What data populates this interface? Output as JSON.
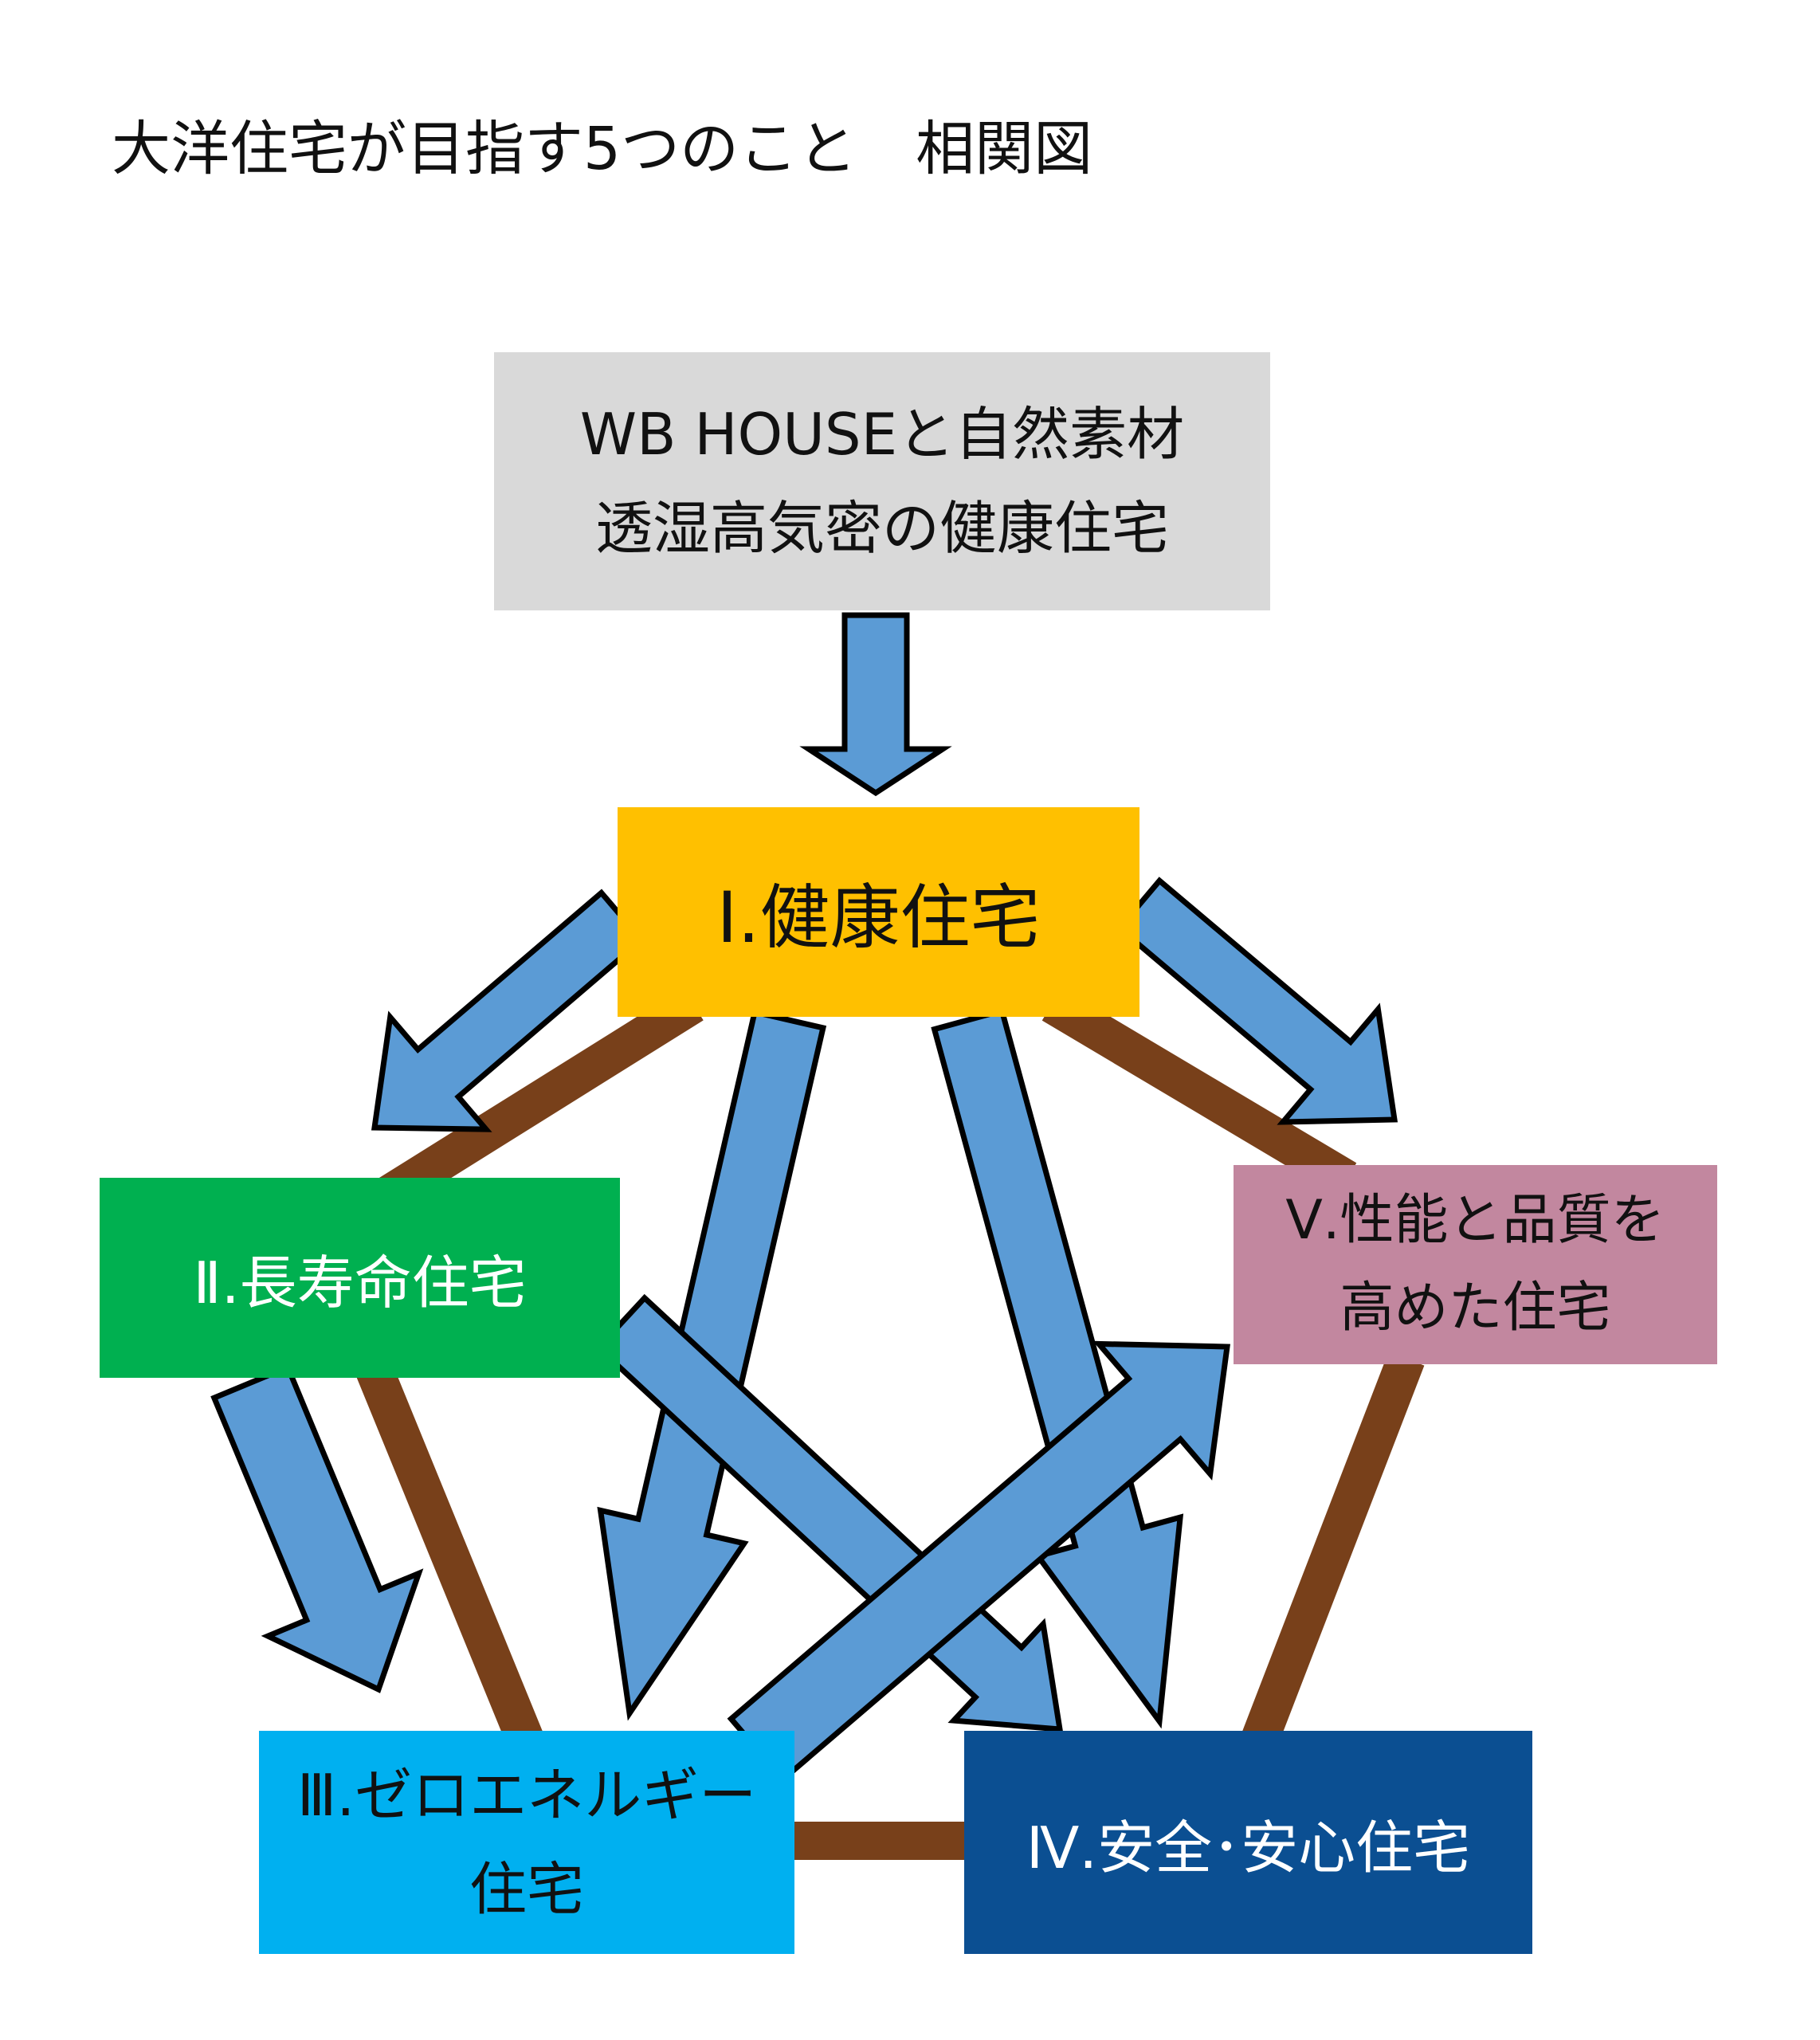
{
  "title": "大洋住宅が目指す5つのこと　相関図",
  "nodes": {
    "top": {
      "line1": "WB HOUSEと自然素材",
      "line2": "透湿高気密の健康住宅"
    },
    "n1": {
      "label": "Ⅰ.健康住宅"
    },
    "n2": {
      "label": "Ⅱ.長寿命住宅"
    },
    "n3": {
      "line1": "Ⅲ.ゼロエネルギー",
      "line2": "住宅"
    },
    "n4": {
      "label": "Ⅳ.安全･安心住宅"
    },
    "n5": {
      "line1": "Ⅴ.性能と品質を",
      "line2": "高めた住宅"
    }
  },
  "connections": [
    {
      "from": "n1",
      "to": "n2",
      "style": "line"
    },
    {
      "from": "n1",
      "to": "n5",
      "style": "line"
    },
    {
      "from": "n2",
      "to": "n3",
      "style": "line"
    },
    {
      "from": "n3",
      "to": "n4",
      "style": "line"
    },
    {
      "from": "n5",
      "to": "n4",
      "style": "line"
    },
    {
      "from": "top",
      "to": "n1",
      "style": "arrow"
    },
    {
      "from": "n1",
      "to": "n2",
      "style": "arrow"
    },
    {
      "from": "n1",
      "to": "n5",
      "style": "arrow"
    },
    {
      "from": "n1",
      "to": "n3",
      "style": "arrow"
    },
    {
      "from": "n1",
      "to": "n4",
      "style": "arrow"
    },
    {
      "from": "n2",
      "to": "n3",
      "style": "arrow"
    },
    {
      "from": "n2",
      "to": "n4",
      "style": "arrow"
    },
    {
      "from": "n3",
      "to": "n5",
      "style": "arrow"
    }
  ],
  "colors": {
    "arrow_fill": "#5b9bd5",
    "arrow_stroke": "#000000",
    "connector": "#78401a",
    "top_box": "#d9d9d9",
    "n1": "#ffc000",
    "n2": "#00b050",
    "n3": "#00b0f0",
    "n4": "#0b4f92",
    "n5": "#c2879f"
  }
}
